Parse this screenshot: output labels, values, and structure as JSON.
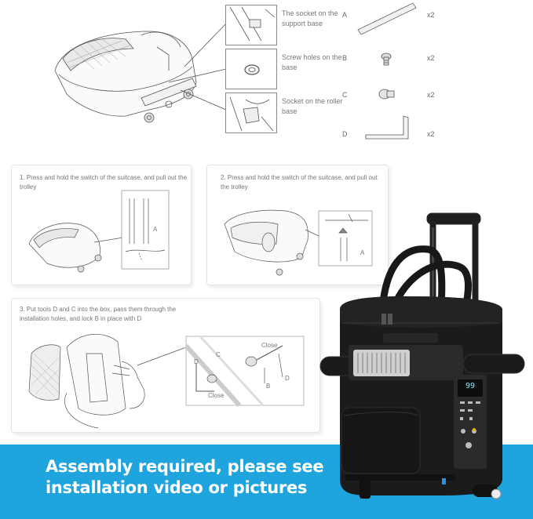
{
  "callouts": [
    {
      "text": "The socket on the support base"
    },
    {
      "text": "Screw holes on the base"
    },
    {
      "text": "Socket on the roller base"
    }
  ],
  "parts": [
    {
      "letter": "A",
      "qty": "x2"
    },
    {
      "letter": "B",
      "qty": "x2"
    },
    {
      "letter": "C",
      "qty": "x2"
    },
    {
      "letter": "D",
      "qty": "x2"
    }
  ],
  "steps": [
    {
      "text": "1. Press and hold the switch of the suitcase, and pull out the trolley",
      "label": "A"
    },
    {
      "text": "2. Press and hold the switch of the suitcase, and pull out the trolley",
      "label": "A"
    },
    {
      "text": "3. Put tools D and C into the box, pass them through the installation holes, and lock B in place with D",
      "labels": {
        "d1": "D",
        "c": "C",
        "close1": "Close",
        "close2": "Close",
        "b": "B",
        "d2": "D"
      }
    }
  ],
  "banner": {
    "line1": "Assembly required, please see",
    "line2": "installation video or pictures"
  },
  "product": {
    "display_value": "99"
  },
  "colors": {
    "banner": "#20a4dd",
    "bag": "#1b1b1b",
    "line_art": "#555555"
  }
}
